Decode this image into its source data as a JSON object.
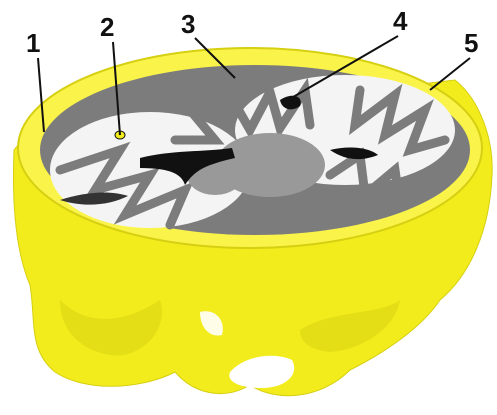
{
  "figure": {
    "labels": [
      {
        "id": "1",
        "text": "1"
      },
      {
        "id": "2",
        "text": "2"
      },
      {
        "id": "3",
        "text": "3"
      },
      {
        "id": "4",
        "text": "4"
      },
      {
        "id": "5",
        "text": "5"
      }
    ],
    "colors": {
      "skull": "#f2ec1c",
      "skull_shadow": "#d6cf12",
      "skull_rim": "#faf44a",
      "white_matter": "#f4f4f4",
      "gray_matter": "#7c7c7c",
      "deep_gray": "#999999",
      "ventricle": "#111111",
      "leader_line": "#111111"
    }
  }
}
